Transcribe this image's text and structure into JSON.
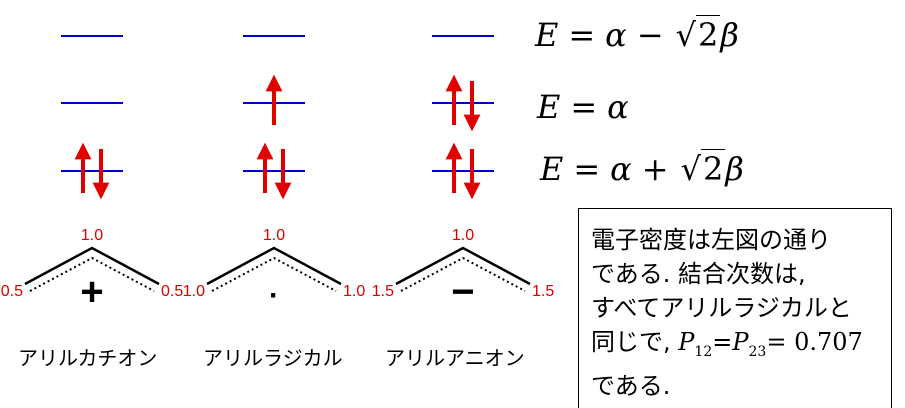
{
  "energy_labels": {
    "top": {
      "lhs": "E",
      "eq": "=",
      "alpha": "α",
      "op": "−",
      "root": "√",
      "two": "2",
      "beta": "β"
    },
    "mid": {
      "lhs": "E",
      "eq": "=",
      "alpha": "α"
    },
    "bottom": {
      "lhs": "E",
      "eq": "=",
      "alpha": "α",
      "op": "+",
      "root": "√",
      "two": "2",
      "beta": "β"
    }
  },
  "columns": [
    {
      "name": "アリルカチオン",
      "electrons": {
        "bonding": 2,
        "nonbonding": 0,
        "antibonding": 0
      },
      "density": {
        "top": "1.0",
        "left": "0.5",
        "right": "0.5"
      },
      "charge": "+"
    },
    {
      "name": "アリルラジカル",
      "electrons": {
        "bonding": 2,
        "nonbonding": 1,
        "antibonding": 0
      },
      "density": {
        "top": "1.0",
        "left": "1.0",
        "right": "1.0"
      },
      "charge": "·"
    },
    {
      "name": "アリルアニオン",
      "electrons": {
        "bonding": 2,
        "nonbonding": 2,
        "antibonding": 0
      },
      "density": {
        "top": "1.0",
        "left": "1.5",
        "right": "1.5"
      },
      "charge": "−"
    }
  ],
  "note": {
    "line1": "電子密度は左図の通り",
    "line2": "である. 結合次数は,",
    "line3": "すべてアリルラジカルと",
    "line4_prefix": "同じで, ",
    "p_symbol": "P",
    "sub1": "12",
    "equals": "=",
    "sub2": "23",
    "value": "= 0.707",
    "line5": "である."
  },
  "colors": {
    "level": "#0000cc",
    "arrow": "#e00000",
    "text": "#000000"
  }
}
